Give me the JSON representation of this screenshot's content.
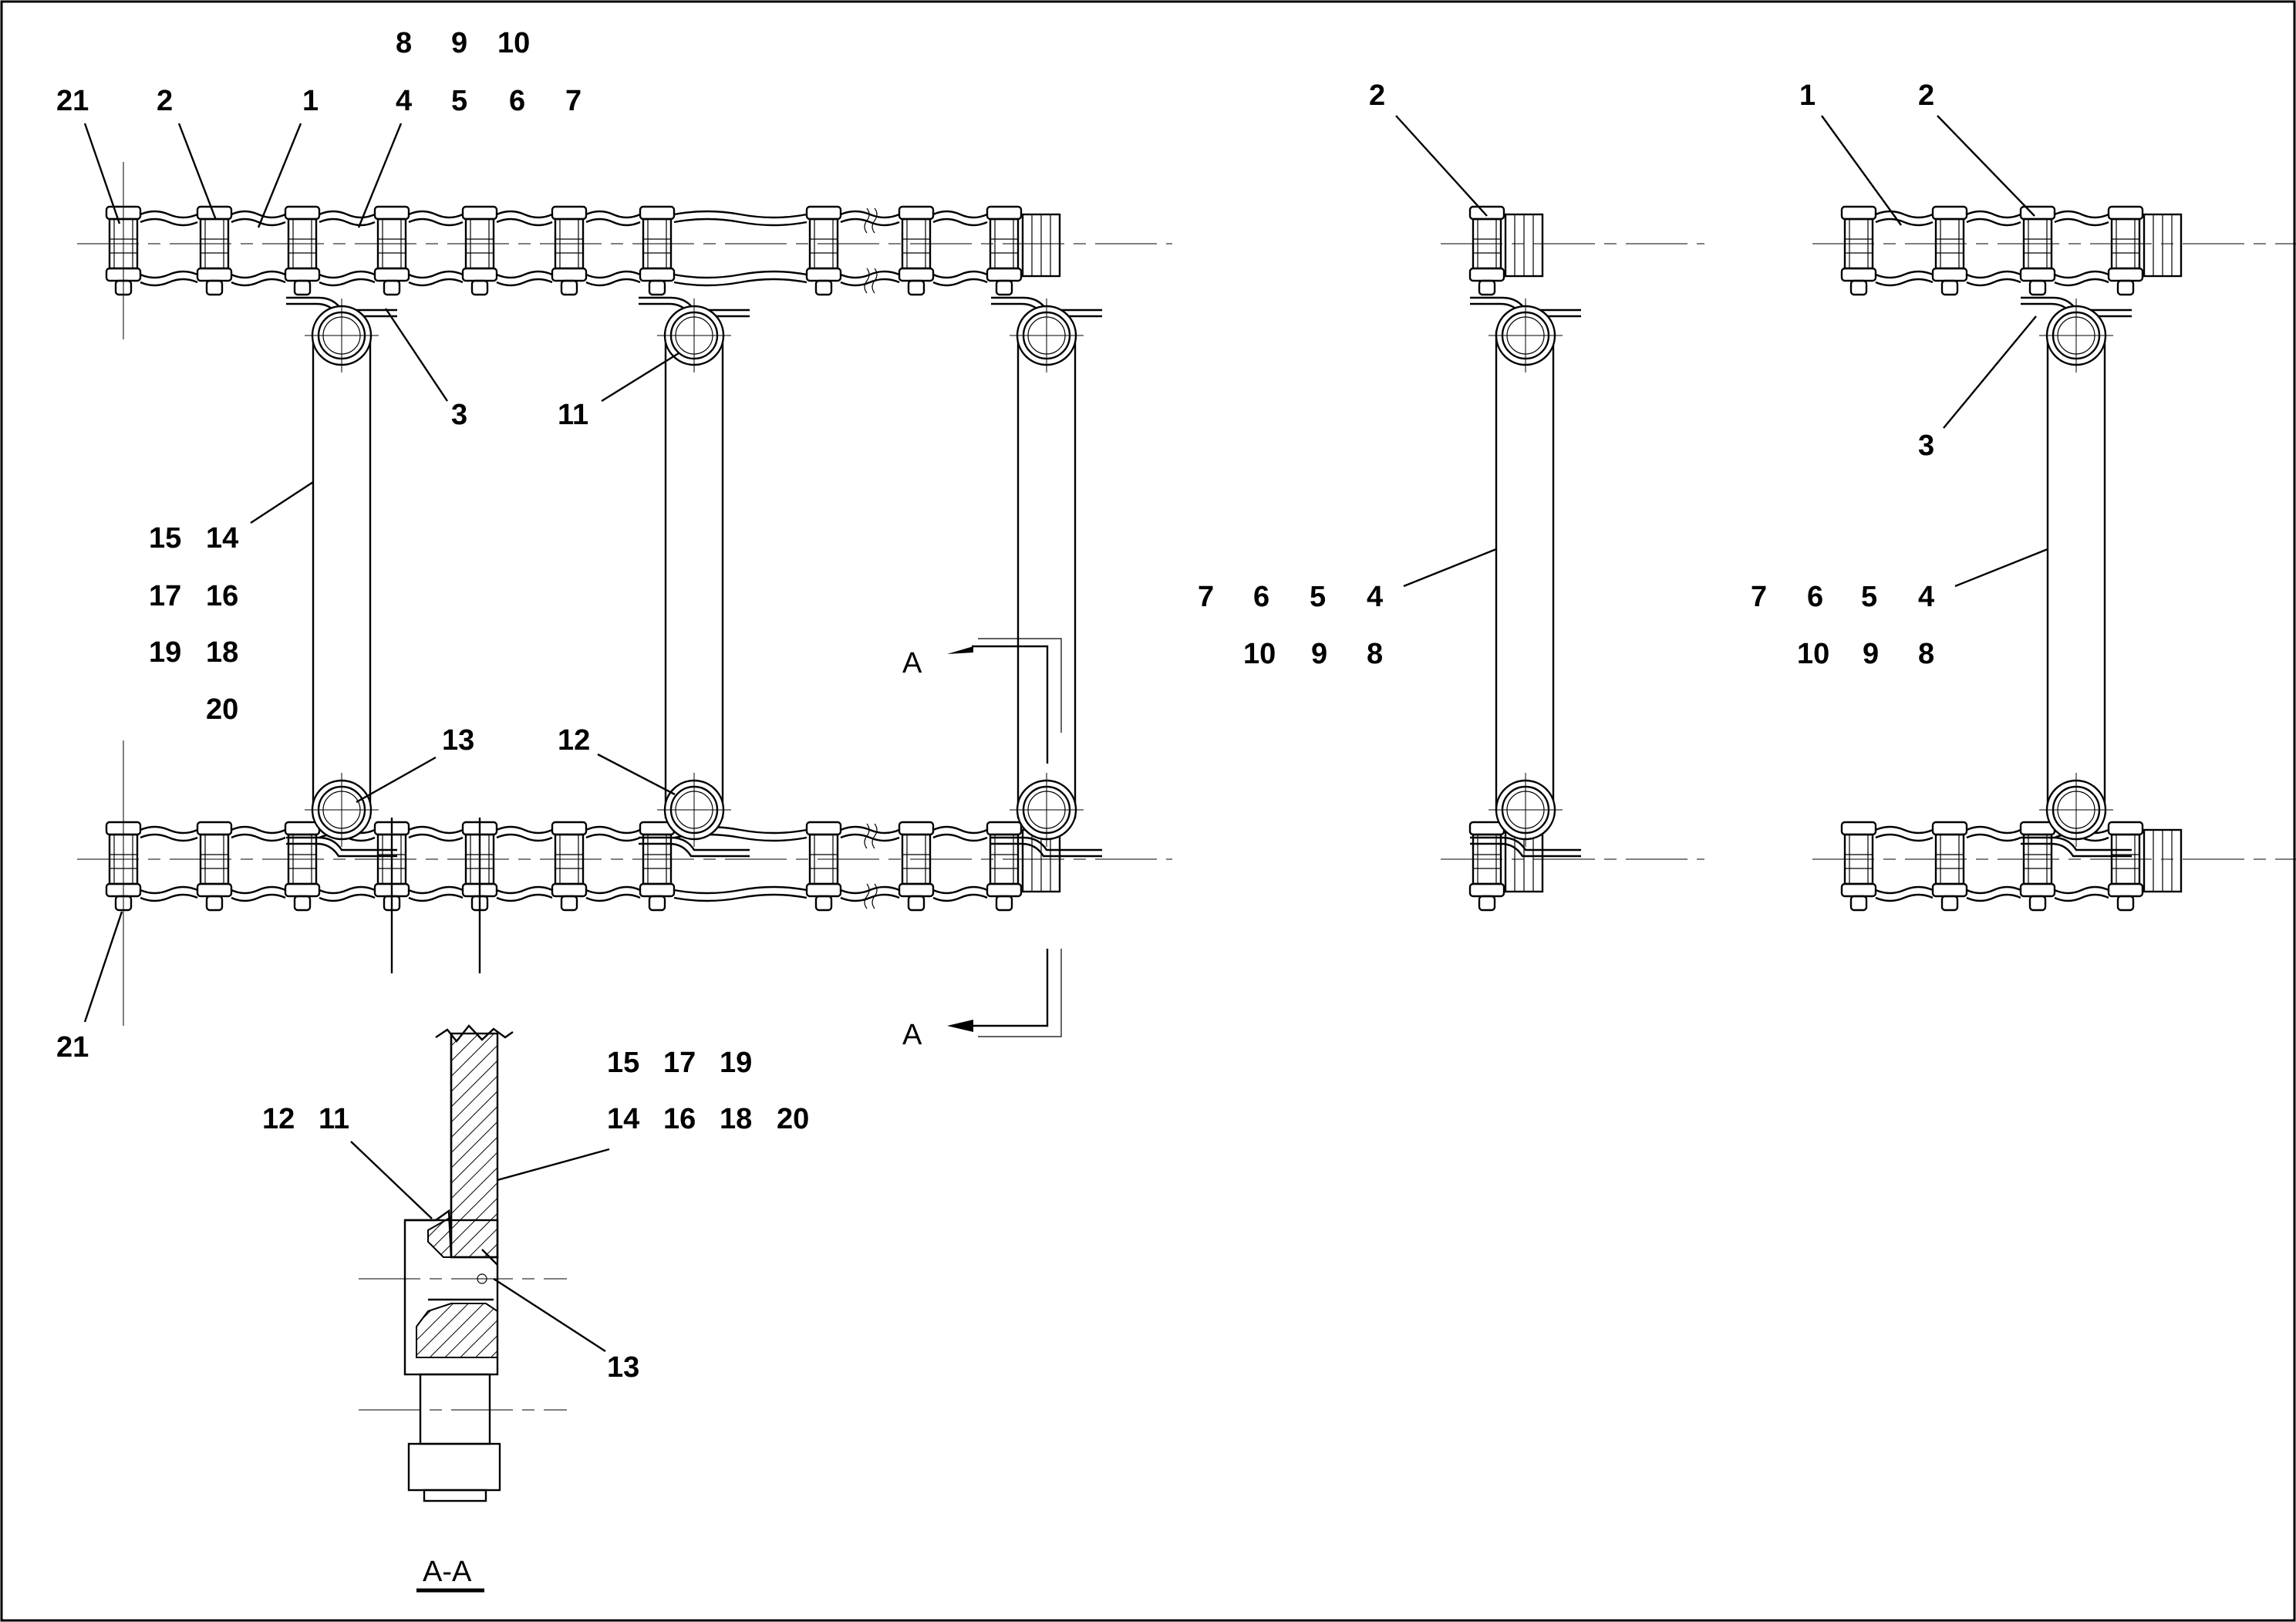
{
  "section_letter": "A",
  "section_title": "A-A",
  "views": {
    "main": {
      "top_label_rows": [
        [
          "8",
          "9",
          "10"
        ],
        [
          "21",
          "2",
          "1",
          "4",
          "5",
          "6",
          "7"
        ]
      ],
      "callouts": [
        "3",
        "11",
        "13",
        "12",
        "21"
      ],
      "fastener_group": [
        [
          "15",
          "14"
        ],
        [
          "17",
          "16"
        ],
        [
          "19",
          "18"
        ],
        [
          "20"
        ]
      ]
    },
    "middle": {
      "top_label": "2",
      "row1": [
        "7",
        "6",
        "5",
        "4"
      ],
      "row2": [
        "10",
        "9",
        "8"
      ]
    },
    "right": {
      "top_labels": [
        "1",
        "2"
      ],
      "callout": "3",
      "row1": [
        "7",
        "6",
        "5",
        "4"
      ],
      "row2": [
        "10",
        "9",
        "8"
      ]
    },
    "section": {
      "row1": [
        "15",
        "17",
        "19"
      ],
      "row2": [
        "14",
        "16",
        "18",
        "20"
      ],
      "left_labels": [
        "12",
        "11"
      ],
      "callout": "13"
    }
  }
}
